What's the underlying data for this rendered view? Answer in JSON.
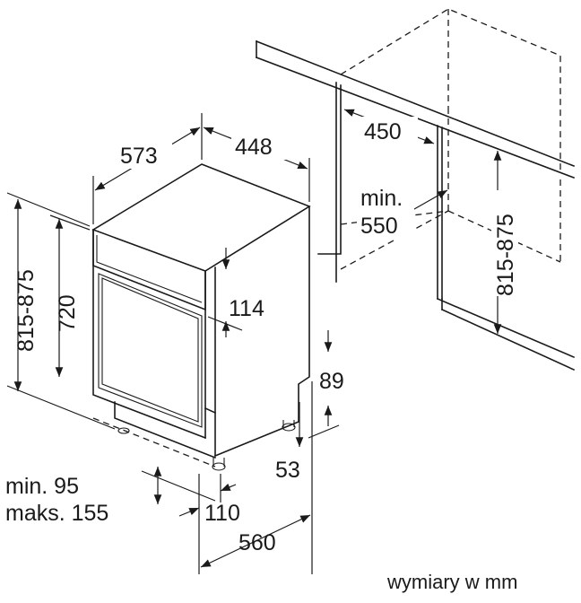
{
  "caption": "wymiary w mm",
  "dims": {
    "top_depth": "573",
    "top_width": "448",
    "left_outer_height": "815-875",
    "left_inner_height": "720",
    "panel_height": "114",
    "plinth_height": "89",
    "foot_height": "53",
    "plinth_depth_min": "min. 95",
    "plinth_depth_max": "maks. 155",
    "foot_offset": "110",
    "total_depth": "560",
    "niche_width": "450",
    "niche_depth_min": "min.",
    "niche_depth_value": "550",
    "niche_height": "815-875"
  },
  "colors": {
    "line": "#1a1a1a",
    "background": "#ffffff"
  }
}
